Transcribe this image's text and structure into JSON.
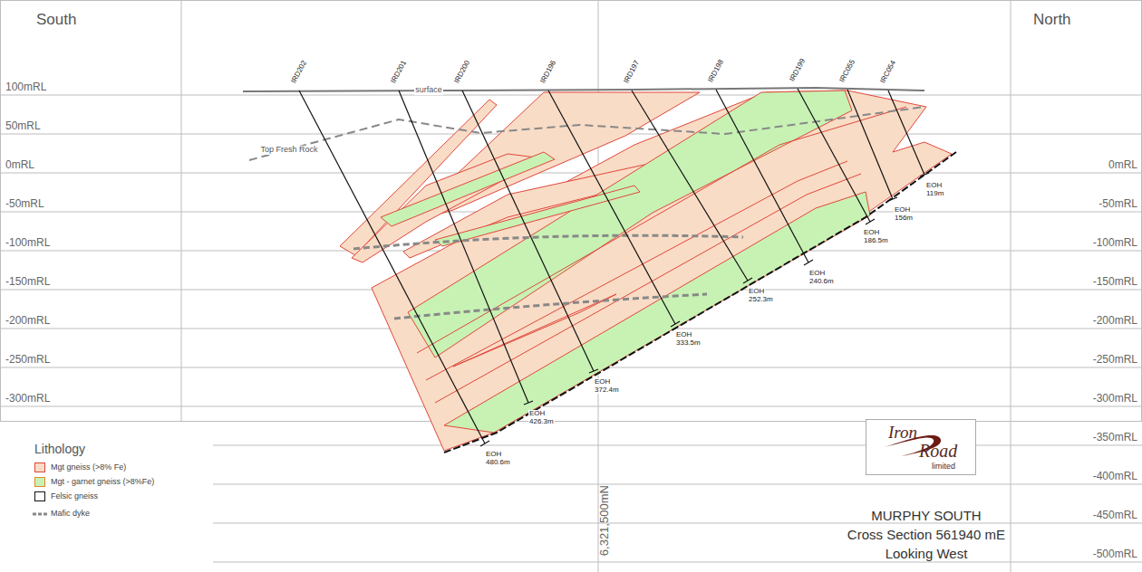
{
  "diagram": {
    "title": "MURPHY SOUTH",
    "nodes": [
      {
        "text": [
          "Iron",
          "Road",
          "limited"
        ]
      }
    ],
    "labels": [
      "South",
      "North",
      "100mRL",
      "50mRL",
      "0mRL",
      "-50mRL",
      "-100mRL",
      "-150mRL",
      "-200mRL",
      "-250mRL",
      "-300mRL",
      "0mRL",
      "-50mRL",
      "-100mRL",
      "-150mRL",
      "-200mRL",
      "-250mRL",
      "-300mRL",
      "-350mRL",
      "-400mRL",
      "-450mRL",
      "-500mRL",
      "IRD202",
      "IRD201",
      "IRD200",
      "IRD196",
      "IRD197",
      "IRD198",
      "IRD199",
      "IRC055",
      "IRC054",
      "surface",
      "Top Fresh Rock",
      "EOH",
      "480.6m",
      "EOH",
      "426.3m",
      "EOH",
      "372.4m",
      "EOH",
      "333.5m",
      "EOH",
      "252.3m",
      "EOH",
      "240.6m",
      "EOH",
      "186.5m",
      "EOH",
      "156m",
      "EOH",
      "119m",
      "6,321,500mN",
      "Lithology",
      "Cross Section 561940 mE",
      "Looking West"
    ],
    "legend": [
      {
        "text": "Mgt gneiss (>8% Fe)",
        "color": "#f9dcc6"
      },
      {
        "text": "Mgt - garnet gneiss (>8%Fe)",
        "color": "#c7f2b4"
      },
      {
        "text": "Felsic gneiss",
        "color": "#ffffff"
      },
      {
        "text": "Mafic dyke"
      }
    ]
  }
}
